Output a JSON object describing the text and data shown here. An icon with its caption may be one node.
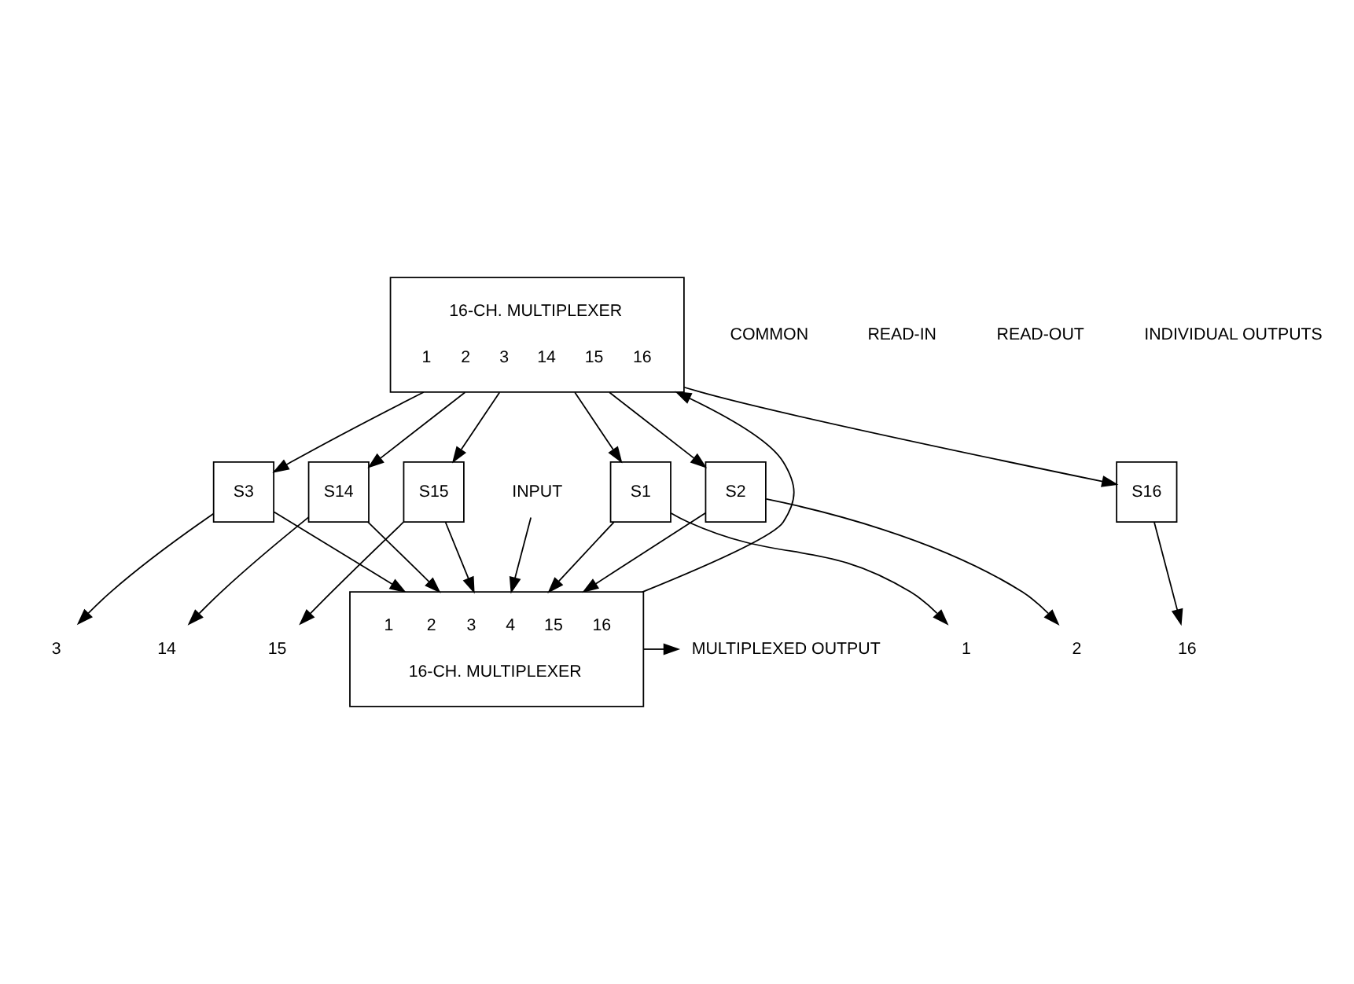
{
  "diagram": {
    "nodes": [
      {
        "text": [
          "16-CH. MULTIPLEXER",
          "1",
          "2",
          "3",
          "14",
          "15",
          "16"
        ]
      },
      {
        "text": [
          "S1"
        ]
      },
      {
        "text": [
          "S2"
        ]
      },
      {
        "text": [
          "S3"
        ]
      },
      {
        "text": [
          "S14"
        ]
      },
      {
        "text": [
          "S15"
        ]
      },
      {
        "text": [
          "S16"
        ]
      },
      {
        "text": [
          "INPUT"
        ]
      },
      {
        "text": [
          "1",
          "2",
          "3",
          "4",
          "15",
          "16",
          "16-CH. MULTIPLEXER"
        ]
      },
      {
        "text": [
          "1"
        ]
      },
      {
        "text": [
          "2"
        ]
      },
      {
        "text": [
          "3"
        ]
      },
      {
        "text": [
          "14"
        ]
      },
      {
        "text": [
          "15"
        ]
      },
      {
        "text": [
          "16"
        ]
      },
      {
        "text": [
          "MULTIPLEXED OUTPUT"
        ]
      }
    ],
    "edges": [
      {
        "from": 0,
        "to": 1,
        "arrow": "to"
      },
      {
        "from": 0,
        "to": 2,
        "arrow": "to"
      },
      {
        "from": 0,
        "to": 3,
        "arrow": "to"
      },
      {
        "from": 0,
        "to": 4,
        "arrow": "to"
      },
      {
        "from": 0,
        "to": 5,
        "arrow": "to"
      },
      {
        "from": 0,
        "to": 6,
        "arrow": "to"
      },
      {
        "from": 7,
        "to": 8,
        "arrow": "to"
      },
      {
        "from": 1,
        "to": 8,
        "arrow": "to"
      },
      {
        "from": 2,
        "to": 8,
        "arrow": "to"
      },
      {
        "from": 3,
        "to": 8,
        "arrow": "to"
      },
      {
        "from": 4,
        "to": 8,
        "arrow": "to"
      },
      {
        "from": 5,
        "to": 8,
        "arrow": "to"
      },
      {
        "from": 1,
        "to": 9,
        "arrow": "to"
      },
      {
        "from": 2,
        "to": 10,
        "arrow": "to"
      },
      {
        "from": 3,
        "to": 11,
        "arrow": "to"
      },
      {
        "from": 4,
        "to": 12,
        "arrow": "to"
      },
      {
        "from": 5,
        "to": 13,
        "arrow": "to"
      },
      {
        "from": 6,
        "to": 14,
        "arrow": "to"
      },
      {
        "from": 8,
        "to": 15,
        "arrow": "to"
      },
      {
        "from": 8,
        "to": 0,
        "arrow": "to"
      }
    ],
    "labels": [
      "COMMON",
      "READ-IN",
      "READ-OUT",
      "INDIVIDUAL OUTPUTS"
    ]
  }
}
